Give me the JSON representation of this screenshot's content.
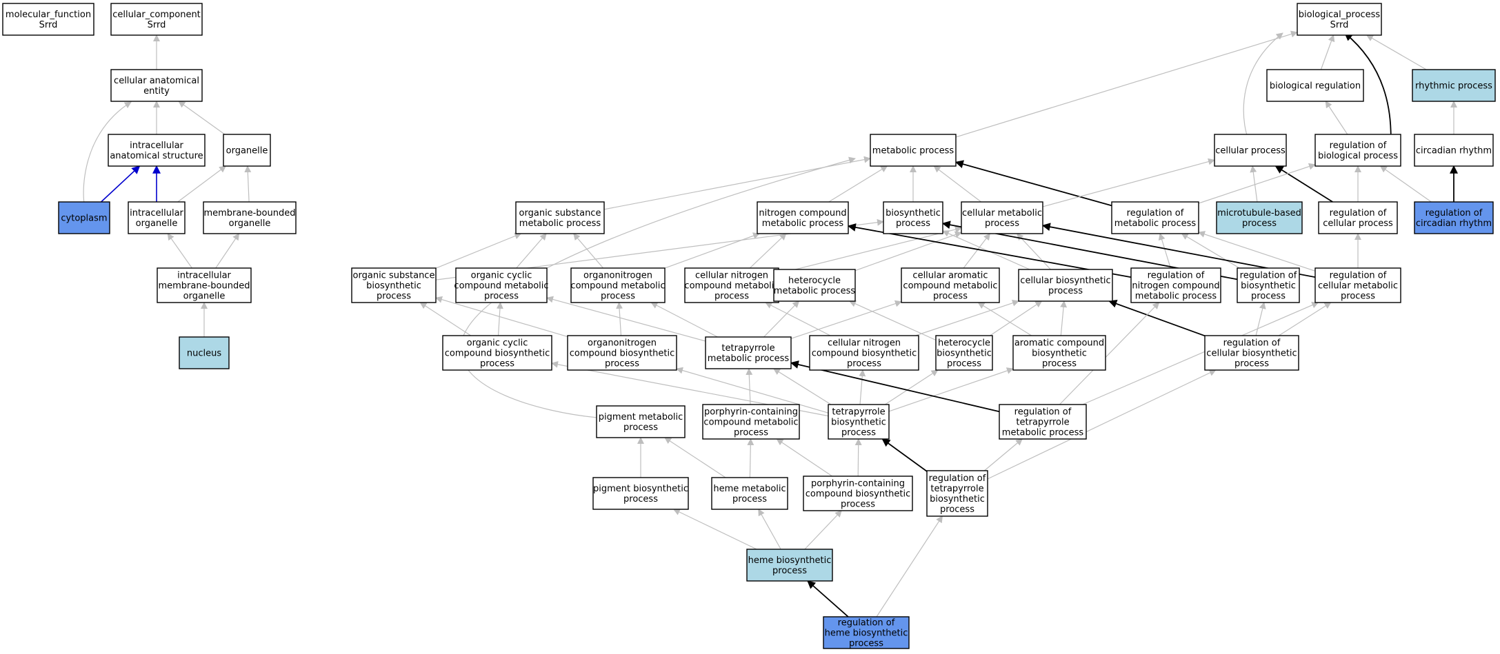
{
  "colors": {
    "default_fill": "#ffffff",
    "light_blue_fill": "#add8e6",
    "blue_fill": "#6495ed",
    "gray_edge": "#bebebe",
    "black_edge": "#000000",
    "blue_edge": "#0000cd"
  },
  "nodes": [
    {
      "id": "mf",
      "lines": [
        "molecular_function",
        "Srrd"
      ],
      "style": "default"
    },
    {
      "id": "cc",
      "lines": [
        "cellular_component",
        "Srrd"
      ],
      "style": "default"
    },
    {
      "id": "bp",
      "lines": [
        "biological_process",
        "Srrd"
      ],
      "style": "default"
    },
    {
      "id": "cae",
      "lines": [
        "cellular anatomical",
        "entity"
      ],
      "style": "default"
    },
    {
      "id": "ias",
      "lines": [
        "intracellular",
        "anatomical structure"
      ],
      "style": "default"
    },
    {
      "id": "org",
      "lines": [
        "organelle"
      ],
      "style": "default"
    },
    {
      "id": "cyto",
      "lines": [
        "cytoplasm"
      ],
      "style": "blue"
    },
    {
      "id": "io",
      "lines": [
        "intracellular",
        "organelle"
      ],
      "style": "default"
    },
    {
      "id": "mbo",
      "lines": [
        "membrane-bounded",
        "organelle"
      ],
      "style": "default"
    },
    {
      "id": "imbo",
      "lines": [
        "intracellular",
        "membrane-bounded",
        "organelle"
      ],
      "style": "default"
    },
    {
      "id": "nuc",
      "lines": [
        "nucleus"
      ],
      "style": "light"
    },
    {
      "id": "breg",
      "lines": [
        "biological regulation"
      ],
      "style": "default"
    },
    {
      "id": "rhy",
      "lines": [
        "rhythmic process"
      ],
      "style": "light"
    },
    {
      "id": "met",
      "lines": [
        "metabolic process"
      ],
      "style": "default"
    },
    {
      "id": "cellp",
      "lines": [
        "cellular process"
      ],
      "style": "default"
    },
    {
      "id": "rbp",
      "lines": [
        "regulation of",
        "biological process"
      ],
      "style": "default"
    },
    {
      "id": "circ",
      "lines": [
        "circadian rhythm"
      ],
      "style": "default"
    },
    {
      "id": "osmp",
      "lines": [
        "organic substance",
        "metabolic process"
      ],
      "style": "default"
    },
    {
      "id": "ncmp",
      "lines": [
        "nitrogen compound",
        "metabolic process"
      ],
      "style": "default"
    },
    {
      "id": "bios",
      "lines": [
        "biosynthetic",
        "process"
      ],
      "style": "default"
    },
    {
      "id": "cmp",
      "lines": [
        "cellular metabolic",
        "process"
      ],
      "style": "default"
    },
    {
      "id": "rmp",
      "lines": [
        "regulation of",
        "metabolic process"
      ],
      "style": "default"
    },
    {
      "id": "mtb",
      "lines": [
        "microtubule-based",
        "process"
      ],
      "style": "light"
    },
    {
      "id": "rcp",
      "lines": [
        "regulation of",
        "cellular process"
      ],
      "style": "default"
    },
    {
      "id": "rcr",
      "lines": [
        "regulation of",
        "circadian rhythm"
      ],
      "style": "blue"
    },
    {
      "id": "osbp",
      "lines": [
        "organic substance",
        "biosynthetic",
        "process"
      ],
      "style": "default"
    },
    {
      "id": "occmp",
      "lines": [
        "organic cyclic",
        "compound metabolic",
        "process"
      ],
      "style": "default"
    },
    {
      "id": "onmp",
      "lines": [
        "organonitrogen",
        "compound metabolic",
        "process"
      ],
      "style": "default"
    },
    {
      "id": "cncmp",
      "lines": [
        "cellular nitrogen",
        "compound metabolic",
        "process"
      ],
      "style": "default"
    },
    {
      "id": "hetmp",
      "lines": [
        "heterocycle",
        "metabolic process"
      ],
      "style": "default"
    },
    {
      "id": "cacmp",
      "lines": [
        "cellular aromatic",
        "compound metabolic",
        "process"
      ],
      "style": "default"
    },
    {
      "id": "cbp",
      "lines": [
        "cellular biosynthetic",
        "process"
      ],
      "style": "default"
    },
    {
      "id": "rncmp",
      "lines": [
        "regulation of",
        "nitrogen compound",
        "metabolic process"
      ],
      "style": "default"
    },
    {
      "id": "rbsp",
      "lines": [
        "regulation of",
        "biosynthetic",
        "process"
      ],
      "style": "default"
    },
    {
      "id": "rcmp",
      "lines": [
        "regulation of",
        "cellular metabolic",
        "process"
      ],
      "style": "default"
    },
    {
      "id": "occbp",
      "lines": [
        "organic cyclic",
        "compound biosynthetic",
        "process"
      ],
      "style": "default"
    },
    {
      "id": "oncbp",
      "lines": [
        "organonitrogen",
        "compound biosynthetic",
        "process"
      ],
      "style": "default"
    },
    {
      "id": "tmp",
      "lines": [
        "tetrapyrrole",
        "metabolic process"
      ],
      "style": "default"
    },
    {
      "id": "cncbp",
      "lines": [
        "cellular nitrogen",
        "compound biosynthetic",
        "process"
      ],
      "style": "default"
    },
    {
      "id": "hetbp",
      "lines": [
        "heterocycle",
        "biosynthetic",
        "process"
      ],
      "style": "default"
    },
    {
      "id": "acbp",
      "lines": [
        "aromatic compound",
        "biosynthetic",
        "process"
      ],
      "style": "default"
    },
    {
      "id": "rcbp",
      "lines": [
        "regulation of",
        "cellular biosynthetic",
        "process"
      ],
      "style": "default"
    },
    {
      "id": "pigmp",
      "lines": [
        "pigment metabolic",
        "process"
      ],
      "style": "default"
    },
    {
      "id": "pccmp",
      "lines": [
        "porphyrin-containing",
        "compound metabolic",
        "process"
      ],
      "style": "default"
    },
    {
      "id": "tbp",
      "lines": [
        "tetrapyrrole",
        "biosynthetic",
        "process"
      ],
      "style": "default"
    },
    {
      "id": "rtmp",
      "lines": [
        "regulation of",
        "tetrapyrrole",
        "metabolic process"
      ],
      "style": "default"
    },
    {
      "id": "pigbp",
      "lines": [
        "pigment biosynthetic",
        "process"
      ],
      "style": "default"
    },
    {
      "id": "hemp",
      "lines": [
        "heme metabolic",
        "process"
      ],
      "style": "default"
    },
    {
      "id": "pccbp",
      "lines": [
        "porphyrin-containing",
        "compound biosynthetic",
        "process"
      ],
      "style": "default"
    },
    {
      "id": "rtbp",
      "lines": [
        "regulation of",
        "tetrapyrrole",
        "biosynthetic",
        "process"
      ],
      "style": "default"
    },
    {
      "id": "hbp",
      "lines": [
        "heme biosynthetic",
        "process"
      ],
      "style": "light"
    },
    {
      "id": "rhbp",
      "lines": [
        "regulation of",
        "heme biosynthetic",
        "process"
      ],
      "style": "blue"
    }
  ],
  "edges": [
    {
      "from": "cae",
      "to": "cc",
      "kind": "is_a"
    },
    {
      "from": "ias",
      "to": "cae",
      "kind": "is_a"
    },
    {
      "from": "org",
      "to": "cae",
      "kind": "is_a"
    },
    {
      "from": "cyto",
      "to": "cae",
      "kind": "is_a"
    },
    {
      "from": "cyto",
      "to": "ias",
      "kind": "part_of"
    },
    {
      "from": "io",
      "to": "ias",
      "kind": "part_of"
    },
    {
      "from": "io",
      "to": "org",
      "kind": "is_a"
    },
    {
      "from": "mbo",
      "to": "org",
      "kind": "is_a"
    },
    {
      "from": "imbo",
      "to": "io",
      "kind": "is_a"
    },
    {
      "from": "imbo",
      "to": "mbo",
      "kind": "is_a"
    },
    {
      "from": "nuc",
      "to": "imbo",
      "kind": "is_a"
    },
    {
      "from": "met",
      "to": "bp",
      "kind": "is_a"
    },
    {
      "from": "cellp",
      "to": "bp",
      "kind": "is_a"
    },
    {
      "from": "breg",
      "to": "bp",
      "kind": "is_a"
    },
    {
      "from": "rhy",
      "to": "bp",
      "kind": "is_a"
    },
    {
      "from": "rbp",
      "to": "bp",
      "kind": "regulates"
    },
    {
      "from": "rbp",
      "to": "breg",
      "kind": "is_a"
    },
    {
      "from": "circ",
      "to": "rhy",
      "kind": "is_a"
    },
    {
      "from": "osmp",
      "to": "met",
      "kind": "is_a"
    },
    {
      "from": "ncmp",
      "to": "met",
      "kind": "is_a"
    },
    {
      "from": "bios",
      "to": "met",
      "kind": "is_a"
    },
    {
      "from": "cmp",
      "to": "met",
      "kind": "is_a"
    },
    {
      "from": "rmp",
      "to": "met",
      "kind": "regulates"
    },
    {
      "from": "pigmp",
      "to": "met",
      "kind": "is_a"
    },
    {
      "from": "cmp",
      "to": "cellp",
      "kind": "is_a"
    },
    {
      "from": "mtb",
      "to": "cellp",
      "kind": "is_a"
    },
    {
      "from": "rcp",
      "to": "cellp",
      "kind": "regulates"
    },
    {
      "from": "rmp",
      "to": "rbp",
      "kind": "is_a"
    },
    {
      "from": "rcp",
      "to": "rbp",
      "kind": "is_a"
    },
    {
      "from": "rcr",
      "to": "rbp",
      "kind": "is_a"
    },
    {
      "from": "rcr",
      "to": "circ",
      "kind": "regulates"
    },
    {
      "from": "osbp",
      "to": "osmp",
      "kind": "is_a"
    },
    {
      "from": "osbp",
      "to": "bios",
      "kind": "is_a"
    },
    {
      "from": "occmp",
      "to": "osmp",
      "kind": "is_a"
    },
    {
      "from": "onmp",
      "to": "osmp",
      "kind": "is_a"
    },
    {
      "from": "onmp",
      "to": "ncmp",
      "kind": "is_a"
    },
    {
      "from": "cncmp",
      "to": "ncmp",
      "kind": "is_a"
    },
    {
      "from": "cncmp",
      "to": "cmp",
      "kind": "is_a"
    },
    {
      "from": "hetmp",
      "to": "cmp",
      "kind": "is_a"
    },
    {
      "from": "cacmp",
      "to": "cmp",
      "kind": "is_a"
    },
    {
      "from": "cbp",
      "to": "cmp",
      "kind": "is_a"
    },
    {
      "from": "cbp",
      "to": "bios",
      "kind": "is_a"
    },
    {
      "from": "rncmp",
      "to": "ncmp",
      "kind": "regulates"
    },
    {
      "from": "rncmp",
      "to": "rmp",
      "kind": "is_a"
    },
    {
      "from": "rbsp",
      "to": "bios",
      "kind": "regulates"
    },
    {
      "from": "rbsp",
      "to": "rmp",
      "kind": "is_a"
    },
    {
      "from": "rcmp",
      "to": "cmp",
      "kind": "regulates"
    },
    {
      "from": "rcmp",
      "to": "rmp",
      "kind": "is_a"
    },
    {
      "from": "rcmp",
      "to": "rcp",
      "kind": "is_a"
    },
    {
      "from": "occbp",
      "to": "osbp",
      "kind": "is_a"
    },
    {
      "from": "occbp",
      "to": "occmp",
      "kind": "is_a"
    },
    {
      "from": "oncbp",
      "to": "osbp",
      "kind": "is_a"
    },
    {
      "from": "oncbp",
      "to": "onmp",
      "kind": "is_a"
    },
    {
      "from": "tmp",
      "to": "occmp",
      "kind": "is_a"
    },
    {
      "from": "tmp",
      "to": "onmp",
      "kind": "is_a"
    },
    {
      "from": "tmp",
      "to": "hetmp",
      "kind": "is_a"
    },
    {
      "from": "tmp",
      "to": "cacmp",
      "kind": "is_a"
    },
    {
      "from": "cncbp",
      "to": "cncmp",
      "kind": "is_a"
    },
    {
      "from": "cncbp",
      "to": "cbp",
      "kind": "is_a"
    },
    {
      "from": "hetbp",
      "to": "hetmp",
      "kind": "is_a"
    },
    {
      "from": "hetbp",
      "to": "cbp",
      "kind": "is_a"
    },
    {
      "from": "acbp",
      "to": "cacmp",
      "kind": "is_a"
    },
    {
      "from": "acbp",
      "to": "cbp",
      "kind": "is_a"
    },
    {
      "from": "rcbp",
      "to": "cbp",
      "kind": "regulates"
    },
    {
      "from": "rcbp",
      "to": "rbsp",
      "kind": "is_a"
    },
    {
      "from": "rcbp",
      "to": "rcmp",
      "kind": "is_a"
    },
    {
      "from": "pccmp",
      "to": "tmp",
      "kind": "is_a"
    },
    {
      "from": "tbp",
      "to": "tmp",
      "kind": "is_a"
    },
    {
      "from": "tbp",
      "to": "occbp",
      "kind": "is_a"
    },
    {
      "from": "tbp",
      "to": "oncbp",
      "kind": "is_a"
    },
    {
      "from": "tbp",
      "to": "cncbp",
      "kind": "is_a"
    },
    {
      "from": "tbp",
      "to": "hetbp",
      "kind": "is_a"
    },
    {
      "from": "tbp",
      "to": "acbp",
      "kind": "is_a"
    },
    {
      "from": "rtmp",
      "to": "tmp",
      "kind": "regulates"
    },
    {
      "from": "rtmp",
      "to": "rncmp",
      "kind": "is_a"
    },
    {
      "from": "rtmp",
      "to": "rcmp",
      "kind": "is_a"
    },
    {
      "from": "pigbp",
      "to": "pigmp",
      "kind": "is_a"
    },
    {
      "from": "hemp",
      "to": "pigmp",
      "kind": "is_a"
    },
    {
      "from": "hemp",
      "to": "pccmp",
      "kind": "is_a"
    },
    {
      "from": "pccbp",
      "to": "pccmp",
      "kind": "is_a"
    },
    {
      "from": "pccbp",
      "to": "tbp",
      "kind": "is_a"
    },
    {
      "from": "rtbp",
      "to": "tbp",
      "kind": "regulates"
    },
    {
      "from": "rtbp",
      "to": "rtmp",
      "kind": "is_a"
    },
    {
      "from": "rtbp",
      "to": "rcbp",
      "kind": "is_a"
    },
    {
      "from": "hbp",
      "to": "pigbp",
      "kind": "is_a"
    },
    {
      "from": "hbp",
      "to": "hemp",
      "kind": "is_a"
    },
    {
      "from": "hbp",
      "to": "pccbp",
      "kind": "is_a"
    },
    {
      "from": "rhbp",
      "to": "hbp",
      "kind": "regulates"
    },
    {
      "from": "rhbp",
      "to": "rtbp",
      "kind": "is_a"
    }
  ]
}
